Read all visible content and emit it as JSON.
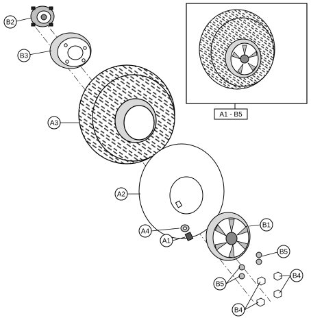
{
  "diagram": {
    "callouts": {
      "b2": "B2",
      "b3": "B3",
      "a3": "A3",
      "a2": "A2",
      "a4": "A4",
      "a1": "A1",
      "b1": "B1",
      "b5_top": "B5",
      "b5_left": "B5",
      "b4_right": "B4",
      "b4_bottom": "B4"
    },
    "inset_label": "A1 - B5",
    "colors": {
      "line": "#000000",
      "tire_fill": "#ffffff",
      "shade": "#d9d9d9",
      "hub": "#bfbfbf",
      "dark": "#333333"
    }
  }
}
